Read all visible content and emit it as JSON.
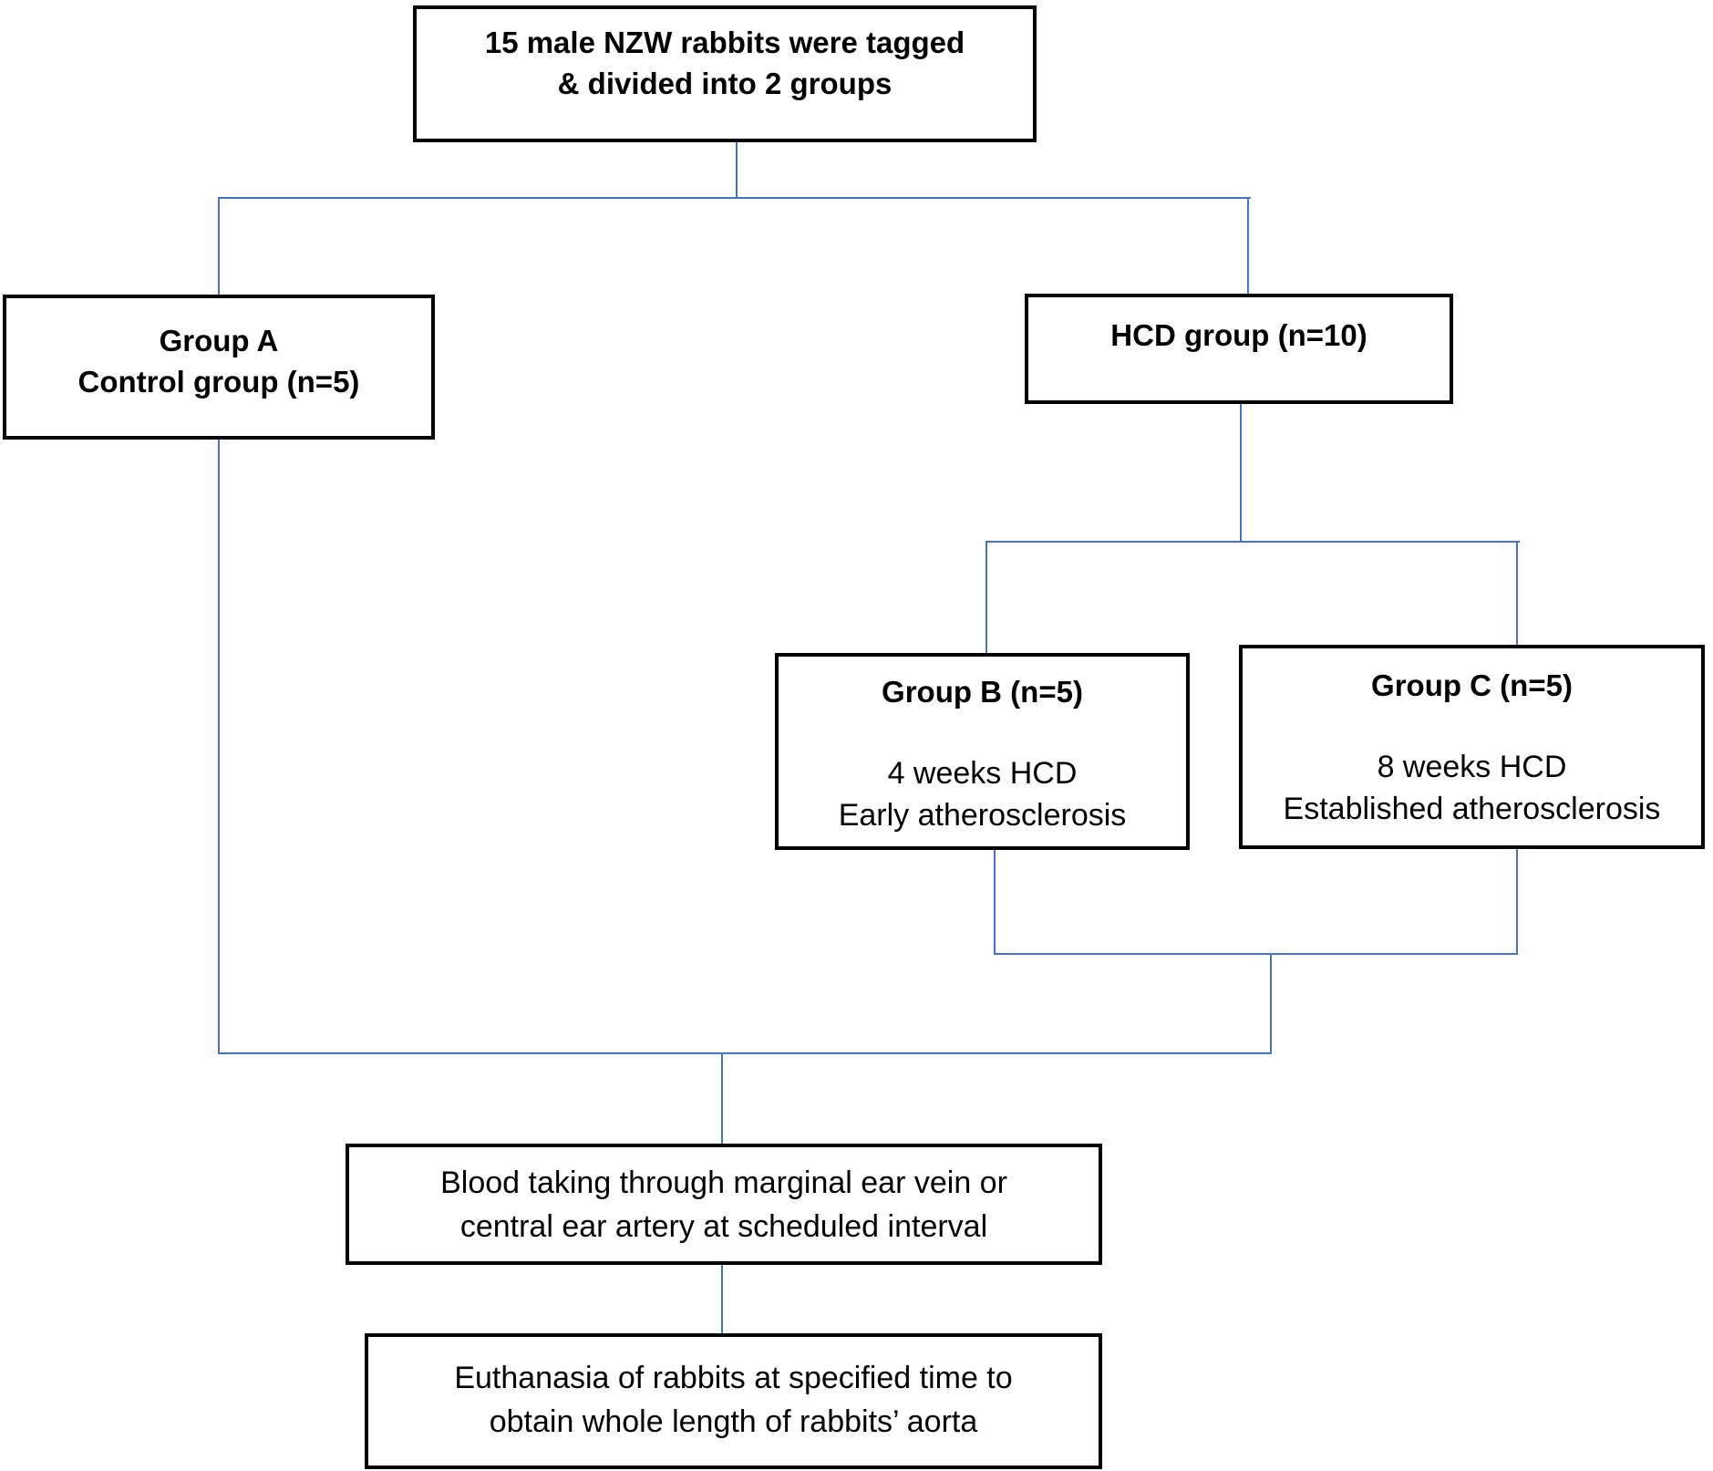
{
  "colors": {
    "connector": "#4472C4",
    "box_border": "#000000",
    "background": "#FFFFFF",
    "text": "#000000"
  },
  "nodes": {
    "root": {
      "line1": "15 male NZW rabbits were tagged",
      "line2": "& divided into 2 groups"
    },
    "group_a": {
      "line1": "Group A",
      "line2": "Control group (n=5)"
    },
    "hcd": {
      "label": "HCD group (n=10)"
    },
    "group_b": {
      "title": "Group B (n=5)",
      "line1": "4 weeks HCD",
      "line2": "Early atherosclerosis"
    },
    "group_c": {
      "title": "Group C (n=5)",
      "line1": "8 weeks HCD",
      "line2": "Established atherosclerosis"
    },
    "blood": {
      "line1": "Blood taking through marginal ear vein or",
      "line2": "central ear artery at scheduled interval"
    },
    "euthanasia": {
      "line1": "Euthanasia of rabbits at specified time to",
      "line2": "obtain whole length of rabbits’ aorta"
    }
  }
}
